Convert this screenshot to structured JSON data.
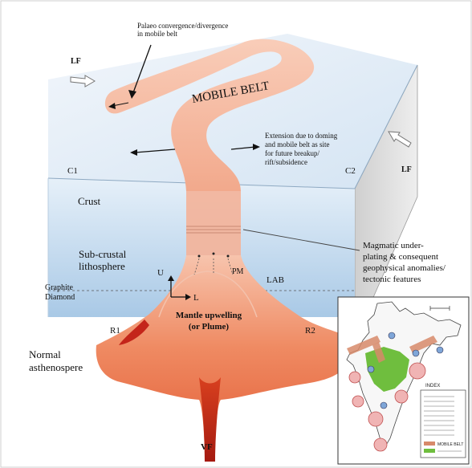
{
  "labels": {
    "palaeo_line1": "Palaeo convergence/divergence",
    "palaeo_line2": "in mobile belt",
    "lf_left": "LF",
    "lf_right": "LF",
    "mobile_belt": "MOBILE BELT",
    "extension_line1": "Extension due to doming",
    "extension_line2": "and mobile belt as site",
    "extension_line3": "for future breakup/",
    "extension_line4": "rift/subsidence",
    "c1": "C1",
    "c2": "C2",
    "crust": "Crust",
    "subcrustal_line1": "Sub-crustal",
    "subcrustal_line2": "lithosphere",
    "u": "U",
    "l": "L",
    "pm": "PM",
    "lab": "LAB",
    "magmatic_line1": "Magmatic under-",
    "magmatic_line2": "plating & consequent",
    "magmatic_line3": "geophysical anomalies/",
    "magmatic_line4": "tectonic features",
    "graphite": "Graphite",
    "diamond": "Diamond",
    "mantle_line1": "Mantle upwelling",
    "mantle_line2": "(or Plume)",
    "r1": "R1",
    "r2": "R2",
    "normal_line1": "Normal",
    "normal_line2": "asthenospere",
    "vf": "VF"
  },
  "inset": {
    "index_title": "INDEX",
    "legend_mobile_belt": "MOBILE BELT"
  },
  "colors": {
    "crust_blue": "#c6dcef",
    "mobile_belt": "#f4b7a0",
    "plume_core": "#e8552c",
    "plume_dark": "#b82015"
  }
}
